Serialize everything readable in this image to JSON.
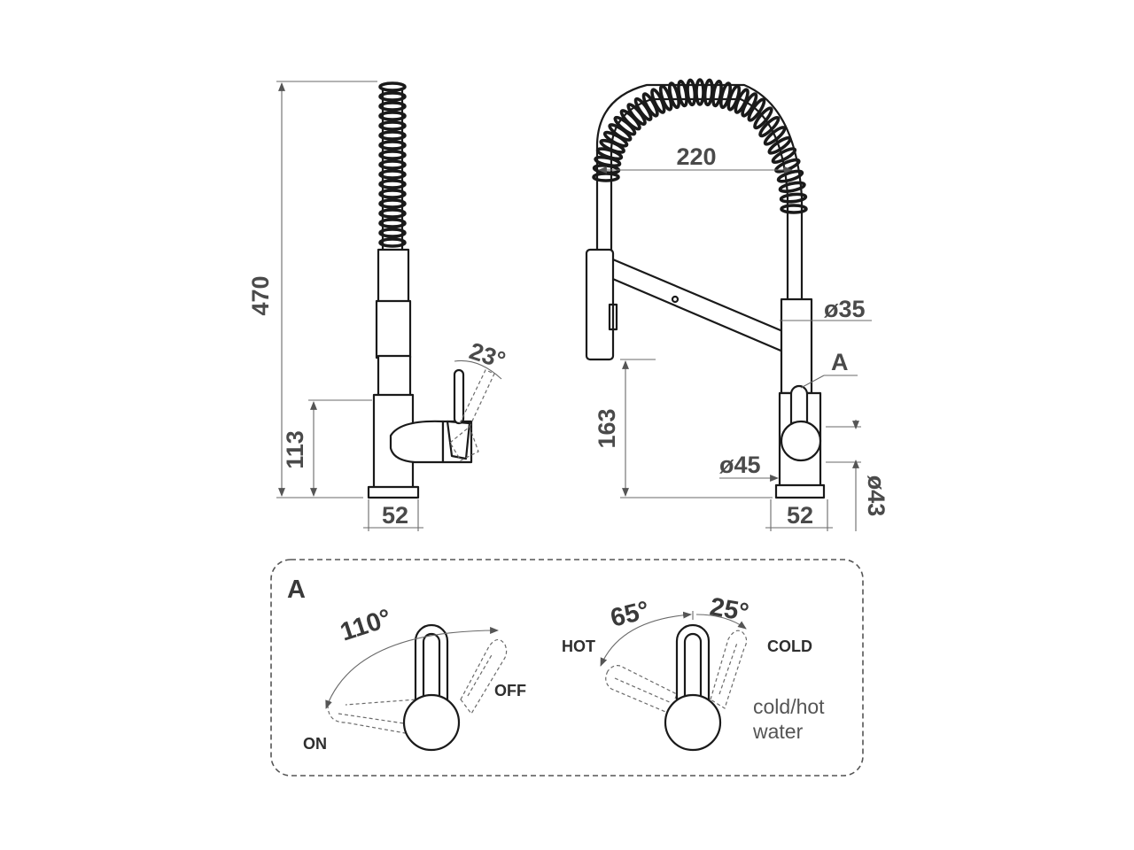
{
  "side_view": {
    "height_total": "470",
    "height_handle": "113",
    "base_width": "52",
    "handle_tilt": "23°"
  },
  "front_view": {
    "reach": "220",
    "spout_diameter": "ø35",
    "detail_marker": "A",
    "spout_height": "163",
    "body_diameter": "ø45",
    "base_diameter": "ø43",
    "base_width": "52"
  },
  "detail": {
    "title": "A",
    "left": {
      "angle": "110°",
      "on_label": "ON",
      "off_label": "OFF"
    },
    "right": {
      "angle_hot": "65°",
      "angle_cold": "25°",
      "hot_label": "HOT",
      "cold_label": "COLD",
      "note_line1": "cold/hot",
      "note_line2": "water"
    }
  },
  "colors": {
    "line": "#1a1a1a",
    "dimension": "#4a4a4a",
    "frame": "#555555"
  }
}
